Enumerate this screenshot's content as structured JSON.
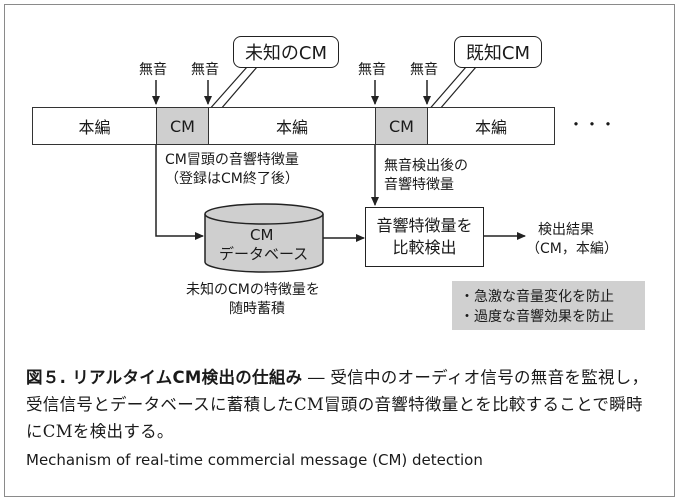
{
  "diagram": {
    "callouts": {
      "unknown_cm": "未知のCM",
      "known_cm": "既知CM"
    },
    "silence_labels": [
      "無音",
      "無音",
      "無音",
      "無音"
    ],
    "timeline": {
      "segments": [
        "本編",
        "CM",
        "本編",
        "CM",
        "本編"
      ],
      "ellipsis": "・・・"
    },
    "cm_head_features": [
      "CM冒頭の音響特徴量",
      "（登録はCM終了後）"
    ],
    "after_silence": [
      "無音検出後の",
      "音響特徴量"
    ],
    "database": [
      "CM",
      "データベース"
    ],
    "accumulate": [
      "未知のCMの特徴量を",
      "随時蓄積"
    ],
    "compare_box": [
      "音響特徴量を",
      "比較検出"
    ],
    "result": [
      "検出結果",
      "（CM，本編）"
    ],
    "notes": [
      "・急激な音量変化を防止",
      "・過度な音響効果を防止"
    ]
  },
  "caption": {
    "figure_label": "図５. リアルタイムCM検出の仕組み",
    "text": " ― 受信中のオーディオ信号の無音を監視し，受信信号とデータベースに蓄積したCM冒頭の音響特徴量とを比較することで瞬時にCMを検出する。",
    "english": "Mechanism of real-time commercial message (CM) detection"
  }
}
